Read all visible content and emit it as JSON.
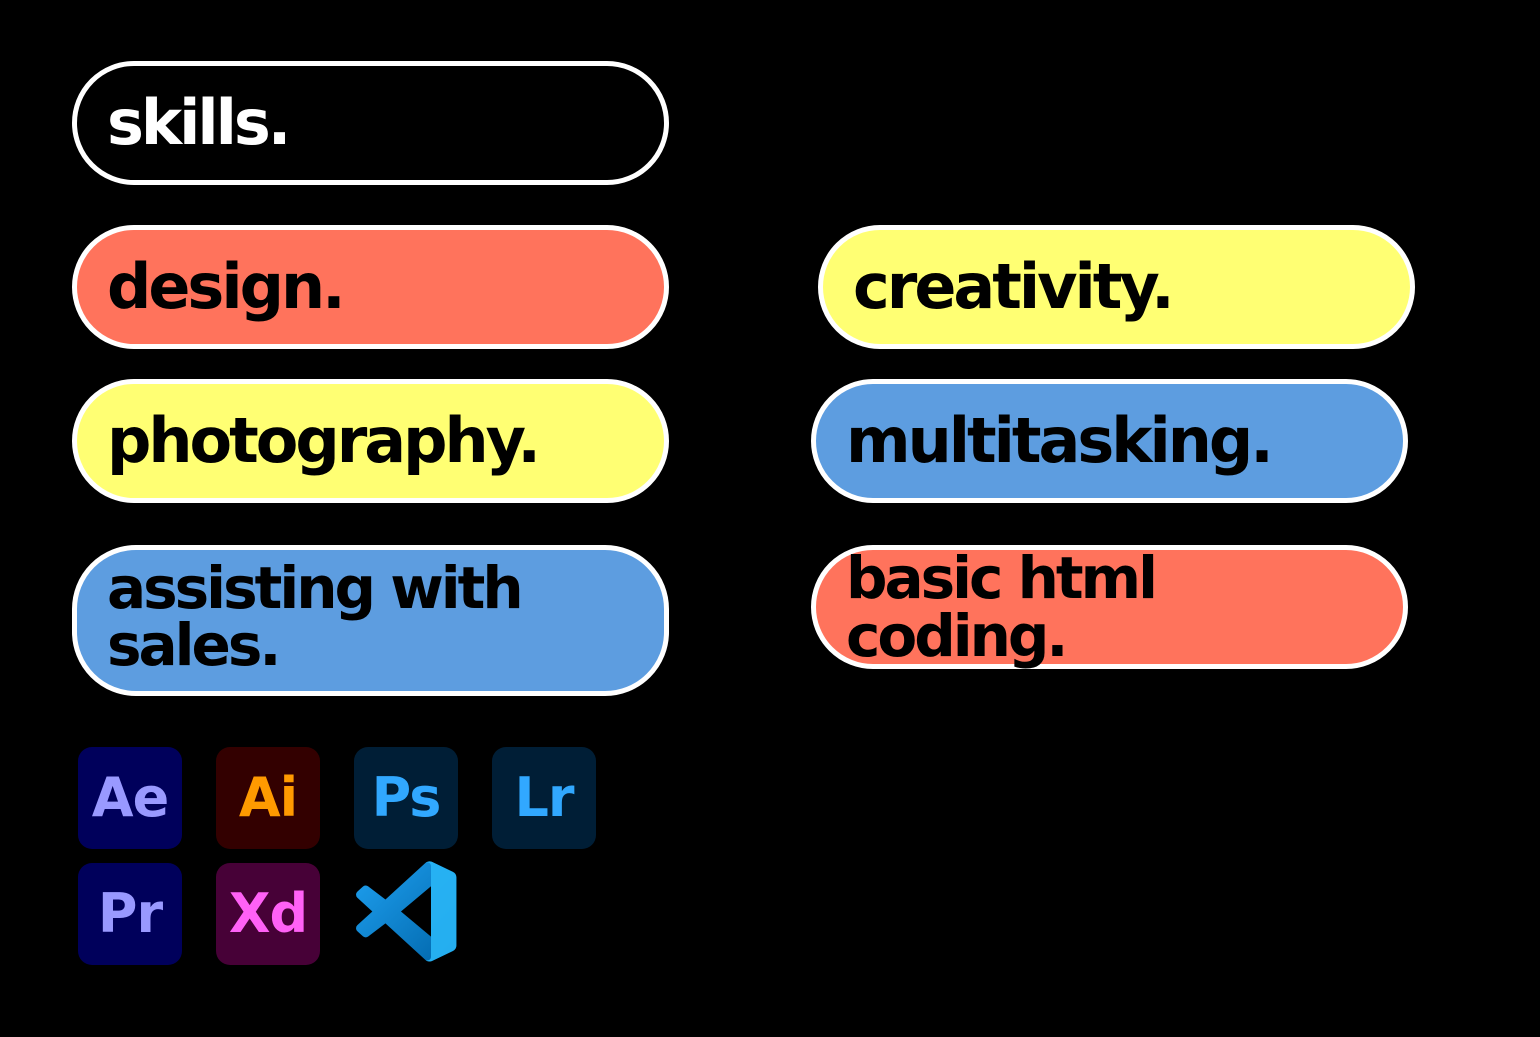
{
  "title": "skills.",
  "skills": [
    {
      "id": "design",
      "label": "design.",
      "color": "#ff735c"
    },
    {
      "id": "creativity",
      "label": "creativity.",
      "color": "#ffff73"
    },
    {
      "id": "photography",
      "label": "photography.",
      "color": "#ffff73"
    },
    {
      "id": "multitasking",
      "label": "multitasking.",
      "color": "#5d9de0"
    },
    {
      "id": "assisting",
      "label": "assisting with sales.",
      "color": "#5d9de0"
    },
    {
      "id": "html",
      "label": "basic html coding.",
      "color": "#ff735c"
    }
  ],
  "tools": [
    {
      "abbr": "Ae",
      "icon": "after-effects-icon",
      "bg": "#00005b",
      "fg": "#9999ff"
    },
    {
      "abbr": "Ai",
      "icon": "illustrator-icon",
      "bg": "#330000",
      "fg": "#ff9a00"
    },
    {
      "abbr": "Ps",
      "icon": "photoshop-icon",
      "bg": "#001e36",
      "fg": "#31a8ff"
    },
    {
      "abbr": "Lr",
      "icon": "lightroom-icon",
      "bg": "#001e36",
      "fg": "#31a8ff"
    },
    {
      "abbr": "Pr",
      "icon": "premiere-pro-icon",
      "bg": "#00005b",
      "fg": "#9999ff"
    },
    {
      "abbr": "Xd",
      "icon": "xd-icon",
      "bg": "#470137",
      "fg": "#ff61f6"
    },
    {
      "abbr": "",
      "icon": "vscode-icon",
      "bg": "",
      "fg": "#007acc"
    }
  ]
}
